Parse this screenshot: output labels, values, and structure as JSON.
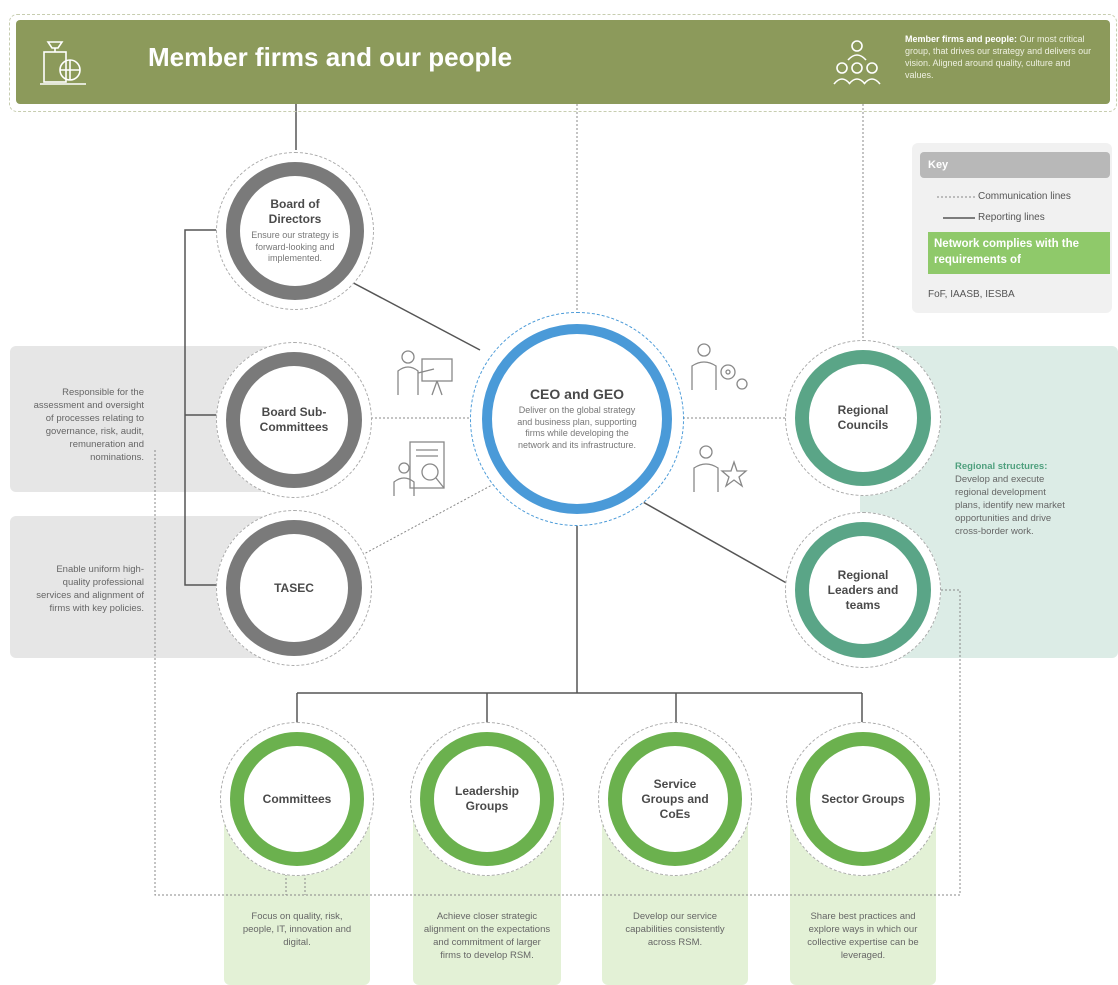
{
  "banner": {
    "title": "Member firms and our people",
    "desc_bold": "Member firms and people:",
    "desc": "Our most critical group, that drives our strategy and delivers our vision. Aligned around quality, culture and values."
  },
  "key": {
    "title": "Key",
    "communication": "Communication lines",
    "reporting": "Reporting lines",
    "complies_heading": "Network complies with the requirements of",
    "standards": "FoF, IAASB, IESBA"
  },
  "nodes": {
    "board": {
      "title": "Board of Directors",
      "desc": "Ensure our strategy is forward-looking and implemented."
    },
    "subcommittees": {
      "title": "Board Sub-Committees"
    },
    "tasec": {
      "title": "TASEC"
    },
    "ceo": {
      "title": "CEO and GEO",
      "desc": "Deliver on the global strategy and business plan, supporting firms while developing the network and its infrastructure."
    },
    "regional_councils": {
      "title": "Regional Councils"
    },
    "regional_leaders": {
      "title": "Regional Leaders and teams"
    },
    "committees": {
      "title": "Committees"
    },
    "leadership": {
      "title": "Leadership Groups"
    },
    "service": {
      "title": "Service Groups and CoEs"
    },
    "sector": {
      "title": "Sector Groups"
    }
  },
  "panels": {
    "subcommittees": "Responsible for the assessment and oversight of processes relating to governance, risk, audit, remuneration and nominations.",
    "tasec": "Enable uniform high-quality professional services and alignment of firms with key policies.",
    "regional_heading": "Regional structures:",
    "regional": "Develop and execute regional development plans, identify new market opportunities and drive cross-border work.",
    "committees": "Focus on quality, risk, people, IT, innovation and digital.",
    "leadership": "Achieve closer strategic alignment on the expectations and commitment of larger firms to develop RSM.",
    "service": "Develop our service capabilities consistently across RSM.",
    "sector": "Share best practices and explore ways in which our collective expertise can be leveraged."
  },
  "colors": {
    "banner": "#8c9a5b",
    "grey_ring": "#7a7a7a",
    "teal_ring": "#5aa587",
    "green_ring": "#6bb14e",
    "blue_ring": "#4a9ad8"
  }
}
